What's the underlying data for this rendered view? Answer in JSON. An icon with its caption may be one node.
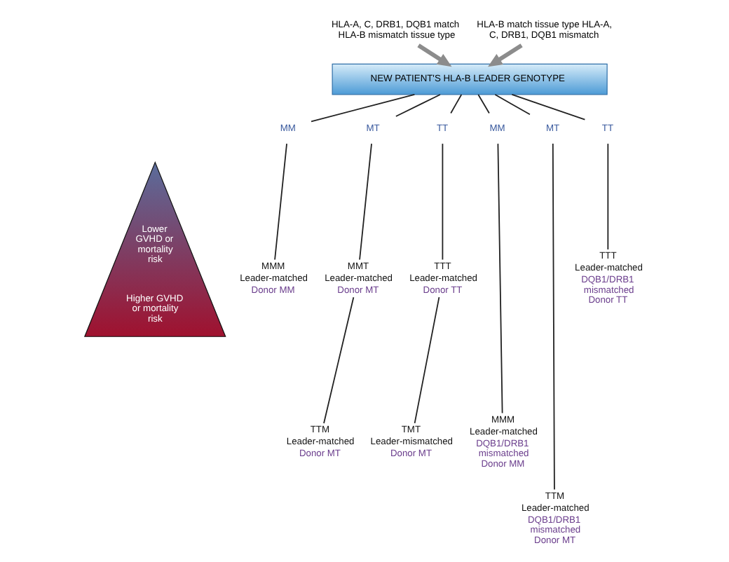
{
  "diagram": {
    "nodes": [
      {
        "text": [
          "HLA-A, C, DRB1, DQB1 match HLA-B mismatch tissue type"
        ]
      },
      {
        "text": [
          "HLA-B match tissue type HLA-A, C, DRB1, DQB1 mismatch"
        ]
      },
      {
        "text": [
          "NEW PATIENT'S HLA-B LEADER GENOTYPE"
        ]
      },
      {
        "text": [
          "MM"
        ]
      },
      {
        "text": [
          "MT"
        ]
      },
      {
        "text": [
          "TT"
        ]
      },
      {
        "text": [
          "MM"
        ]
      },
      {
        "text": [
          "MT"
        ]
      },
      {
        "text": [
          "TT"
        ]
      },
      {
        "text": [
          "MMM",
          "Leader-matched",
          "Donor MM"
        ]
      },
      {
        "text": [
          "MMT",
          "Leader-matched",
          "Donor MT"
        ]
      },
      {
        "text": [
          "TTT",
          "Leader-matched",
          "Donor TT"
        ]
      },
      {
        "text": [
          "TTT",
          "Leader-matched",
          "DQB1/DRB1 mismatched Donor TT"
        ]
      },
      {
        "text": [
          "TTM",
          "Leader-matched",
          "DQB1/DRB1 mismatched Donor MT"
        ]
      },
      {
        "text": [
          "MMM",
          "Leader-matched",
          "DQB1/DRB1 mismatched Donor MM"
        ]
      },
      {
        "text": [
          "TTM",
          "Leader-matched",
          "Donor MT"
        ]
      },
      {
        "text": [
          "TMT",
          "Leader-mismatched",
          "Donor MT"
        ]
      },
      {
        "text": [
          "Lower GVHD or mortality risk",
          "Higher GVHD or mortality risk"
        ]
      }
    ],
    "edges": [
      {
        "from": 0,
        "to": 2,
        "arrow": "to",
        "style": "thick",
        "color": "#8c8c8c"
      },
      {
        "from": 1,
        "to": 2,
        "arrow": "to",
        "style": "thick",
        "color": "#8c8c8c"
      },
      {
        "from": 2,
        "to": 3,
        "arrow": "none"
      },
      {
        "from": 2,
        "to": 4,
        "arrow": "none"
      },
      {
        "from": 2,
        "to": 5,
        "arrow": "none"
      },
      {
        "from": 2,
        "to": 6,
        "arrow": "none"
      },
      {
        "from": 2,
        "to": 7,
        "arrow": "none"
      },
      {
        "from": 2,
        "to": 8,
        "arrow": "none"
      },
      {
        "from": 3,
        "to": 9,
        "arrow": "none"
      },
      {
        "from": 4,
        "to": 10,
        "arrow": "none"
      },
      {
        "from": 5,
        "to": 11,
        "arrow": "none"
      },
      {
        "from": 10,
        "to": 15,
        "arrow": "none"
      },
      {
        "from": 11,
        "to": 16,
        "arrow": "none"
      },
      {
        "from": 6,
        "to": 14,
        "arrow": "none"
      },
      {
        "from": 7,
        "to": 13,
        "arrow": "none"
      },
      {
        "from": 8,
        "to": 12,
        "arrow": "none"
      }
    ]
  }
}
